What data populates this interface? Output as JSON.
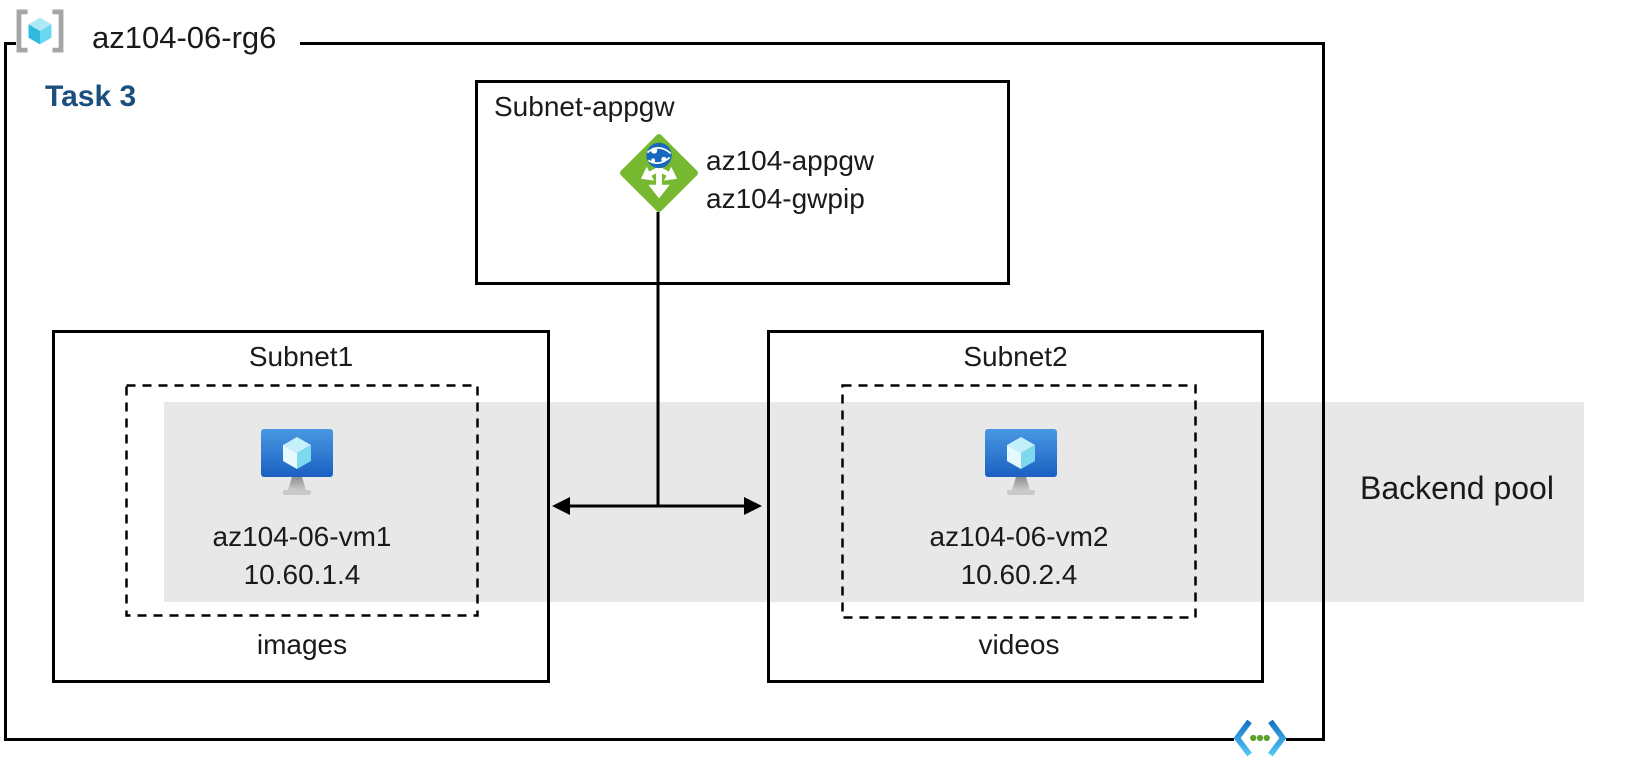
{
  "diagram": {
    "resource_group": {
      "name": "az104-06-rg6",
      "task_label": "Task 3"
    },
    "appgw_subnet": {
      "label": "Subnet-appgw",
      "gateway_name": "az104-appgw",
      "public_ip_name": "az104-gwpip"
    },
    "subnet1": {
      "label": "Subnet1",
      "vm_name": "az104-06-vm1",
      "vm_ip": "10.60.1.4",
      "content_label": "images"
    },
    "subnet2": {
      "label": "Subnet2",
      "vm_name": "az104-06-vm2",
      "vm_ip": "10.60.2.4",
      "content_label": "videos"
    },
    "backend_pool_label": "Backend pool",
    "icons": {
      "resource_group": "resource-group-icon",
      "application_gateway": "application-gateway-icon",
      "virtual_machine": "virtual-machine-icon",
      "virtual_network": "virtual-network-icon"
    },
    "colors": {
      "task_label": "#1B4F7E",
      "backend_pool_band": "#E8E8E8",
      "appgw_green": "#76B82F",
      "globe_blue": "#1768BE",
      "vm_blue_top": "#4898E2",
      "vm_blue_bottom": "#1B60C2",
      "vnet_blue_top": "#1773C6",
      "vnet_blue_bottom": "#4FC7F2",
      "vnet_dot_green": "#5CA22E",
      "line_black": "#000000"
    }
  }
}
